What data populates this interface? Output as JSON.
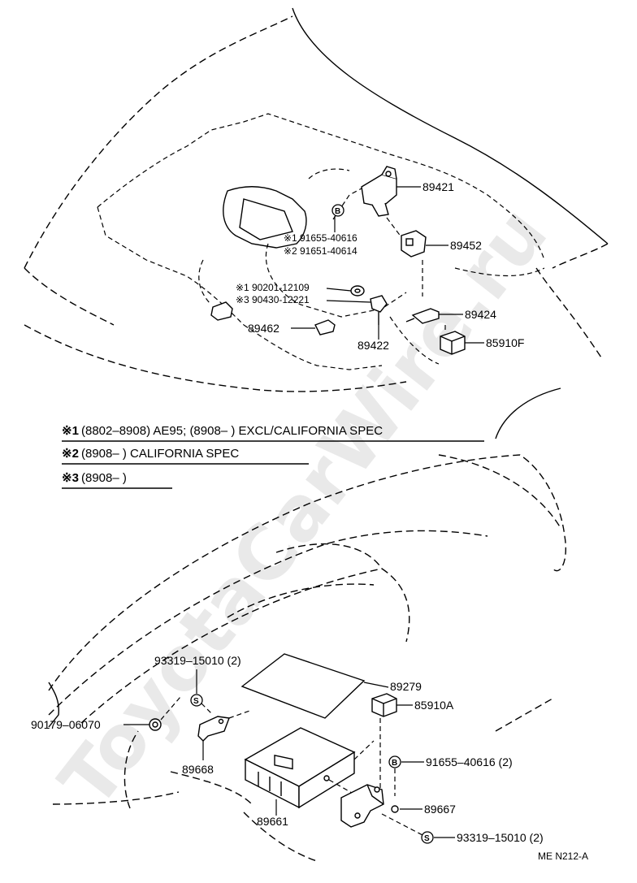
{
  "watermark": "ToyotaCarWire.ru",
  "diagram_code": "ME  N212-A",
  "legend": [
    {
      "mark": "※1",
      "text": "(8802–8908) AE95; (8908–         ) EXCL/CALIFORNIA SPEC"
    },
    {
      "mark": "※2",
      "text": "(8908–         ) CALIFORNIA SPEC"
    },
    {
      "mark": "※3",
      "text": "(8908–         )"
    }
  ],
  "parts": {
    "p89421": "89421",
    "p89452": "89452",
    "p89424": "89424",
    "p85910F": "85910F",
    "p89422": "89422",
    "p89462": "89462",
    "p91655_40616_top": "91655-40616",
    "p91651_40614": "91651-40614",
    "p90201_12109": "90201-12109",
    "p90430_12221": "90430-12221",
    "mark1a": "※1",
    "mark2": "※2",
    "mark1b": "※1",
    "mark3": "※3",
    "p93319_top": "93319–15010 (2)",
    "p89279": "89279",
    "p85910A": "85910A",
    "p90179": "90179–06070",
    "p89668": "89668",
    "p91655_bottom": "91655–40616 (2)",
    "p89661": "89661",
    "p89667": "89667",
    "p93319_bottom": "93319–15010 (2)"
  },
  "badges": {
    "b": "B",
    "s": "S"
  }
}
